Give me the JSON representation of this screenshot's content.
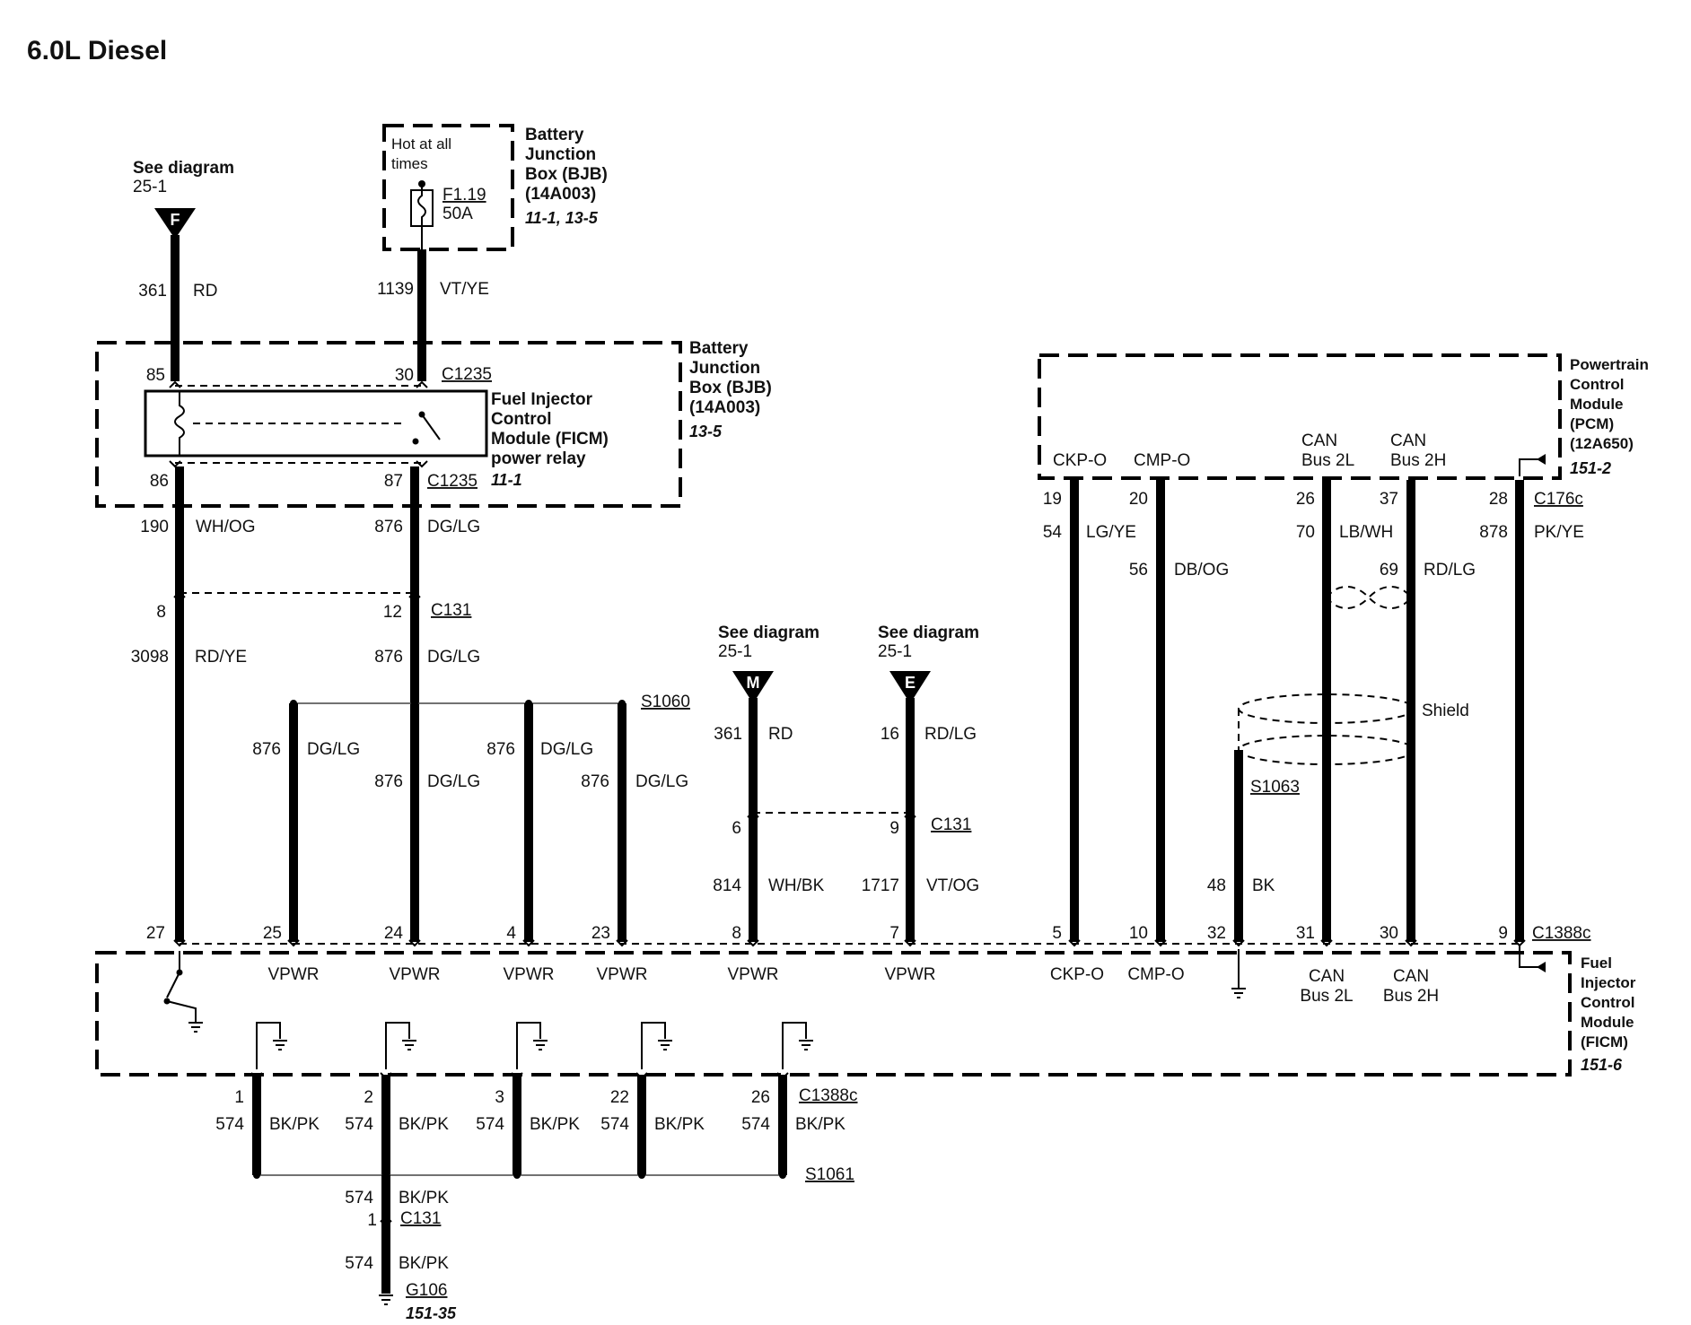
{
  "page_title": "6.0L Diesel",
  "refs": {
    "f_see": "See diagram",
    "f_num": "25-1",
    "f_letter": "F",
    "m_see": "See diagram",
    "m_num": "25-1",
    "m_letter": "M",
    "e_see": "See diagram",
    "e_num": "25-1",
    "e_letter": "E"
  },
  "fuse_box": {
    "hot_line1": "Hot at all",
    "hot_line2": "times",
    "fuse_id": "F1.19",
    "fuse_rating": "50A",
    "name1": "Battery",
    "name2": "Junction",
    "name3": "Box (BJB)",
    "name4": "(14A003)",
    "page_ref": "11-1, 13-5"
  },
  "bjb_box": {
    "name1": "Battery",
    "name2": "Junction",
    "name3": "Box (BJB)",
    "name4": "(14A003)",
    "page_ref": "13-5"
  },
  "relay": {
    "name1": "Fuel Injector",
    "name2": "Control",
    "name3": "Module (FICM)",
    "name4": "power relay",
    "page_ref": "11-1",
    "pin_85": "85",
    "pin_30": "30",
    "pin_86": "86",
    "pin_87": "87",
    "conn_top": "C1235",
    "conn_bottom": "C1235"
  },
  "pcm": {
    "name1": "Powertrain",
    "name2": "Control",
    "name3": "Module",
    "name4": "(PCM)",
    "name5": "(12A650)",
    "page_ref": "151-2",
    "pin_labels": [
      "CKP-O",
      "CMP-O",
      "CAN",
      "Bus 2L",
      "CAN",
      "Bus 2H"
    ],
    "conn": "C176c"
  },
  "ficm": {
    "name1": "Fuel",
    "name2": "Injector",
    "name3": "Control",
    "name4": "Module",
    "name5": "(FICM)",
    "page_ref": "151-6",
    "conn": "C1388c",
    "pin_labels": [
      "VPWR",
      "VPWR",
      "VPWR",
      "VPWR",
      "VPWR",
      "VPWR",
      "CKP-O",
      "CMP-O",
      "CAN",
      "Bus 2L",
      "CAN",
      "Bus 2H"
    ]
  },
  "wires": {
    "w361_top": [
      "361",
      "RD"
    ],
    "w1139": [
      "1139",
      "VT/YE"
    ],
    "w190": [
      "190",
      "WH/OG"
    ],
    "w876_relay": [
      "876",
      "DG/LG"
    ],
    "c131_pin8": "8",
    "c131_pin12": "12",
    "c131_conn": "C131",
    "w3098": [
      "3098",
      "RD/YE"
    ],
    "w876_mid": [
      "876",
      "DG/LG"
    ],
    "s1060": "S1060",
    "branches": [
      [
        "876",
        "DG/LG"
      ],
      [
        "876",
        "DG/LG"
      ],
      [
        "876",
        "DG/LG"
      ],
      [
        "876",
        "DG/LG"
      ]
    ],
    "w361_m": [
      "361",
      "RD"
    ],
    "w16": [
      "16",
      "RD/LG"
    ],
    "c131b_pin6": "6",
    "c131b_pin9": "9",
    "c131b_conn": "C131",
    "w814": [
      "814",
      "WH/BK"
    ],
    "w1717": [
      "1717",
      "VT/OG"
    ],
    "pcm_pins": [
      "19",
      "20",
      "26",
      "37",
      "28"
    ],
    "w54": [
      "54",
      "LG/YE"
    ],
    "w56": [
      "56",
      "DB/OG"
    ],
    "w70": [
      "70",
      "LB/WH"
    ],
    "w69": [
      "69",
      "RD/LG"
    ],
    "w878": [
      "878",
      "PK/YE"
    ],
    "shield": "Shield",
    "s1063": "S1063",
    "w48": [
      "48",
      "BK"
    ],
    "ficm_pins": [
      "27",
      "25",
      "24",
      "4",
      "23",
      "8",
      "7",
      "5",
      "10",
      "32",
      "31",
      "30",
      "9"
    ],
    "ground_pins": [
      "1",
      "2",
      "3",
      "22",
      "26"
    ],
    "ground_conn": "C1388c",
    "ground_wires": [
      [
        "574",
        "BK/PK"
      ],
      [
        "574",
        "BK/PK"
      ],
      [
        "574",
        "BK/PK"
      ],
      [
        "574",
        "BK/PK"
      ],
      [
        "574",
        "BK/PK"
      ]
    ],
    "s1061": "S1061",
    "w574_a": [
      "574",
      "BK/PK"
    ],
    "c131c_pin": "1",
    "c131c_conn": "C131",
    "w574_b": [
      "574",
      "BK/PK"
    ],
    "ground": "G106",
    "ground_ref": "151-35"
  }
}
